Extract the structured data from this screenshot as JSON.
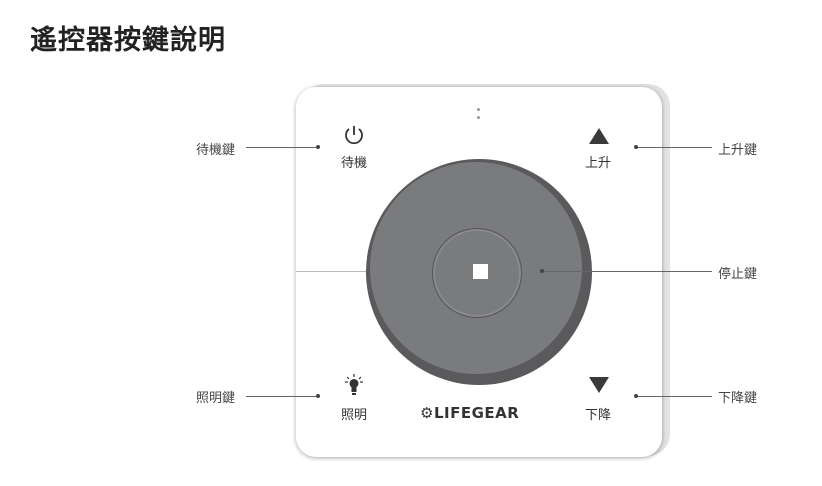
{
  "title": "遙控器按鍵說明",
  "remote": {
    "buttons": {
      "standby": "待機",
      "up": "上升",
      "light": "照明",
      "down": "下降"
    },
    "logo": "LIFEGEAR"
  },
  "callouts": {
    "standby": "待機鍵",
    "up": "上升鍵",
    "stop": "停止鍵",
    "light": "照明鍵",
    "down": "下降鍵"
  }
}
